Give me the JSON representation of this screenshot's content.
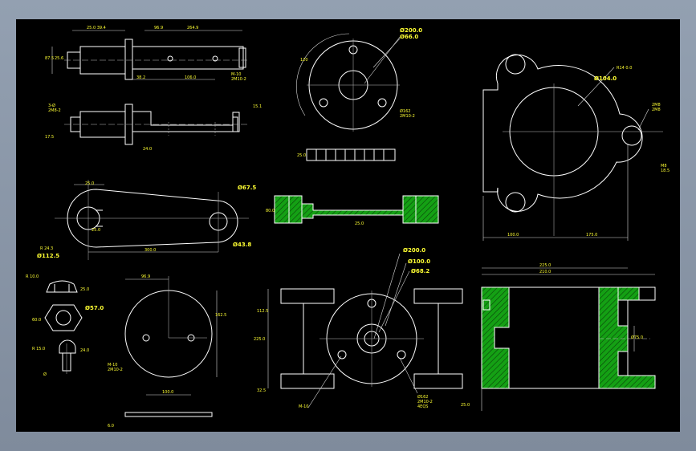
{
  "colors": {
    "background": "#000000",
    "lines": "#ffffff",
    "text": "#ffff33",
    "hatch_fill": "#14a014",
    "frame": "#8793a4"
  },
  "labels": {
    "l1": "25.0 39.4",
    "l2": "96.9",
    "l3": "264.9",
    "l4": "87.5",
    "l5": "25.6",
    "l6": "38.2",
    "l7": "106.0",
    "l8": "M-10",
    "l9": "2M10-2",
    "l10": "Ø200.0",
    "l11": "Ø66.0",
    "l12": "120",
    "l13": "R14 0.0",
    "l14": "Ø104.0",
    "l15": "3-Ø",
    "l16": "2M8-2",
    "l17": "Ø162",
    "l18": "2M10-2",
    "l19": "15.1",
    "l20": "17.5",
    "l21": "24.0",
    "l22": "25.0",
    "l23": "25.0",
    "l24": "Ø67.5",
    "l25": "R 24.3",
    "l26": "Ø112.5",
    "l27": "300.0",
    "l28": "Ø43.8",
    "l29": "80.0",
    "l30": "R 10.0",
    "l31": "25.0",
    "l32": "Ø57.0",
    "l33": "60.0",
    "l34": "R 15.0",
    "l35": "24.0",
    "l36": "96.9",
    "l37": "162.5",
    "l38": "M-10",
    "l39": "2M10-2",
    "l40": "100.0",
    "l41": "6.0",
    "l42": "Ø200.0",
    "l43": "Ø100.0",
    "l44": "Ø68.2",
    "l45": "112.5",
    "l46": "225.0",
    "l47": "32.5",
    "l48": "M-10",
    "l49": "Ø162",
    "l50": "2M10-2",
    "l51": "4EQS",
    "l52": "225.0",
    "l53": "210.0",
    "l54": "Ø75.0",
    "l55": "25.0",
    "l56": "100.0",
    "l57": "175.0",
    "l58": "2M8",
    "l59": "M8",
    "l60": "18.5",
    "l61": "Ø",
    "l62": "2M8"
  }
}
